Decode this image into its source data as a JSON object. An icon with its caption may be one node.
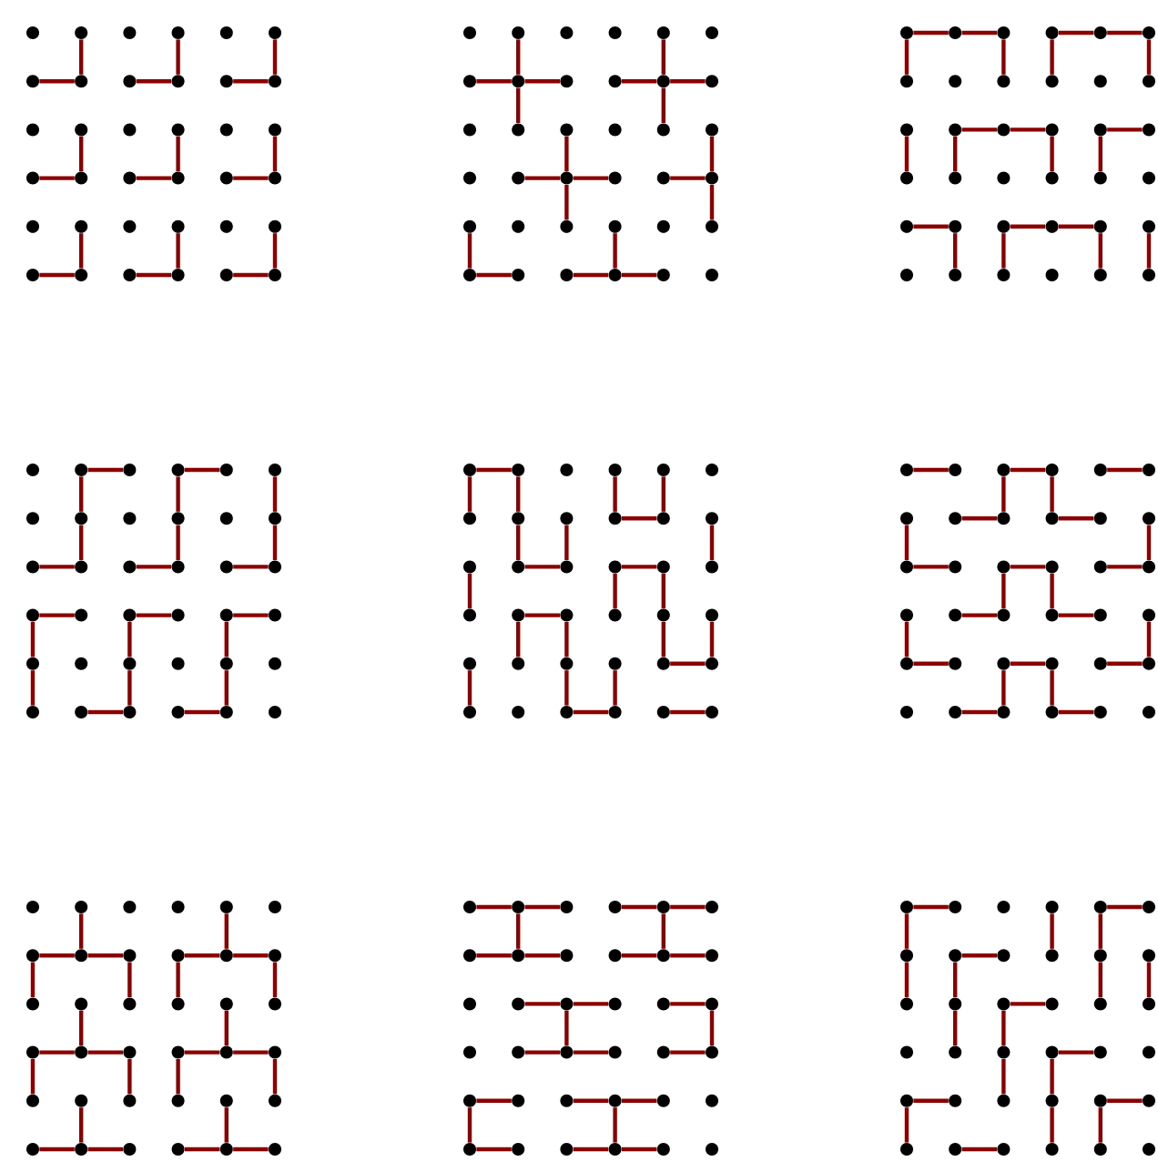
{
  "diagram": {
    "nodes": [
      {
        "text": [],
        "shape": "circle"
      },
      {
        "text": [],
        "shape": "circle"
      },
      {
        "text": [],
        "shape": "circle"
      },
      {
        "text": [],
        "shape": "circle"
      },
      {
        "text": [],
        "shape": "circle"
      },
      {
        "text": [],
        "shape": "circle"
      },
      {
        "text": [],
        "shape": "circle"
      },
      {
        "text": [],
        "shape": "circle"
      },
      {
        "text": [],
        "shape": "circle"
      },
      {
        "text": [],
        "shape": "circle"
      },
      {
        "text": [],
        "shape": "circle"
      },
      {
        "text": [],
        "shape": "circle"
      },
      {
        "text": [],
        "shape": "circle"
      },
      {
        "text": [],
        "shape": "circle"
      },
      {
        "text": [],
        "shape": "circle"
      },
      {
        "text": [],
        "shape": "circle"
      },
      {
        "text": [],
        "shape": "circle"
      },
      {
        "text": [],
        "shape": "circle"
      },
      {
        "text": [],
        "shape": "circle"
      },
      {
        "text": [],
        "shape": "circle"
      },
      {
        "text": [],
        "shape": "circle"
      },
      {
        "text": [],
        "shape": "circle"
      },
      {
        "text": [],
        "shape": "circle"
      },
      {
        "text": [],
        "shape": "circle"
      },
      {
        "text": [],
        "shape": "circle"
      },
      {
        "text": [],
        "shape": "circle"
      },
      {
        "text": [],
        "shape": "circle"
      },
      {
        "text": [],
        "shape": "circle"
      },
      {
        "text": [],
        "shape": "circle"
      },
      {
        "text": [],
        "shape": "circle"
      },
      {
        "text": [],
        "shape": "circle"
      },
      {
        "text": [],
        "shape": "circle"
      },
      {
        "text": [],
        "shape": "circle"
      },
      {
        "text": [],
        "shape": "circle"
      },
      {
        "text": [],
        "shape": "circle"
      },
      {
        "text": [],
        "shape": "circle"
      },
      {
        "text": [],
        "shape": "circle"
      },
      {
        "text": [],
        "shape": "circle"
      },
      {
        "text": [],
        "shape": "circle"
      },
      {
        "text": [],
        "shape": "circle"
      },
      {
        "text": [],
        "shape": "circle"
      },
      {
        "text": [],
        "shape": "circle"
      },
      {
        "text": [],
        "shape": "circle"
      },
      {
        "text": [],
        "shape": "circle"
      },
      {
        "text": [],
        "shape": "circle"
      },
      {
        "text": [],
        "shape": "circle"
      },
      {
        "text": [],
        "shape": "circle"
      },
      {
        "text": [],
        "shape": "circle"
      },
      {
        "text": [],
        "shape": "circle"
      },
      {
        "text": [],
        "shape": "circle"
      },
      {
        "text": [],
        "shape": "circle"
      },
      {
        "text": [],
        "shape": "circle"
      },
      {
        "text": [],
        "shape": "circle"
      },
      {
        "text": [],
        "shape": "circle"
      },
      {
        "text": [],
        "shape": "circle"
      },
      {
        "text": [],
        "shape": "circle"
      },
      {
        "text": [],
        "shape": "circle"
      },
      {
        "text": [],
        "shape": "circle"
      },
      {
        "text": [],
        "shape": "circle"
      },
      {
        "text": [],
        "shape": "circle"
      },
      {
        "text": [],
        "shape": "circle"
      },
      {
        "text": [],
        "shape": "circle"
      },
      {
        "text": [],
        "shape": "circle"
      },
      {
        "text": [],
        "shape": "circle"
      },
      {
        "text": [],
        "shape": "circle"
      },
      {
        "text": [],
        "shape": "circle"
      },
      {
        "text": [],
        "shape": "circle"
      },
      {
        "text": [],
        "shape": "circle"
      },
      {
        "text": [],
        "shape": "circle"
      },
      {
        "text": [],
        "shape": "circle"
      },
      {
        "text": [],
        "shape": "circle"
      },
      {
        "text": [],
        "shape": "circle"
      },
      {
        "text": [],
        "shape": "circle"
      },
      {
        "text": [],
        "shape": "circle"
      },
      {
        "text": [],
        "shape": "circle"
      },
      {
        "text": [],
        "shape": "circle"
      },
      {
        "text": [],
        "shape": "circle"
      },
      {
        "text": [],
        "shape": "circle"
      },
      {
        "text": [],
        "shape": "circle"
      },
      {
        "text": [],
        "shape": "circle"
      },
      {
        "text": [],
        "shape": "circle"
      },
      {
        "text": [],
        "shape": "circle"
      },
      {
        "text": [],
        "shape": "circle"
      },
      {
        "text": [],
        "shape": "circle"
      },
      {
        "text": [],
        "shape": "circle"
      },
      {
        "text": [],
        "shape": "circle"
      },
      {
        "text": [],
        "shape": "circle"
      },
      {
        "text": [],
        "shape": "circle"
      },
      {
        "text": [],
        "shape": "circle"
      },
      {
        "text": [],
        "shape": "circle"
      },
      {
        "text": [],
        "shape": "circle"
      },
      {
        "text": [],
        "shape": "circle"
      },
      {
        "text": [],
        "shape": "circle"
      },
      {
        "text": [],
        "shape": "circle"
      },
      {
        "text": [],
        "shape": "circle"
      },
      {
        "text": [],
        "shape": "circle"
      },
      {
        "text": [],
        "shape": "circle"
      },
      {
        "text": [],
        "shape": "circle"
      },
      {
        "text": [],
        "shape": "circle"
      },
      {
        "text": [],
        "shape": "circle"
      },
      {
        "text": [],
        "shape": "circle"
      },
      {
        "text": [],
        "shape": "circle"
      },
      {
        "text": [],
        "shape": "circle"
      },
      {
        "text": [],
        "shape": "circle"
      },
      {
        "text": [],
        "shape": "circle"
      },
      {
        "text": [],
        "shape": "circle"
      },
      {
        "text": [],
        "shape": "circle"
      },
      {
        "text": [],
        "shape": "circle"
      },
      {
        "text": [],
        "shape": "circle"
      },
      {
        "text": [],
        "shape": "circle"
      },
      {
        "text": [],
        "shape": "circle"
      },
      {
        "text": [],
        "shape": "circle"
      },
      {
        "text": [],
        "shape": "circle"
      },
      {
        "text": [],
        "shape": "circle"
      },
      {
        "text": [],
        "shape": "circle"
      },
      {
        "text": [],
        "shape": "circle"
      },
      {
        "text": [],
        "shape": "circle"
      },
      {
        "text": [],
        "shape": "circle"
      },
      {
        "text": [],
        "shape": "circle"
      },
      {
        "text": [],
        "shape": "circle"
      },
      {
        "text": [],
        "shape": "circle"
      },
      {
        "text": [],
        "shape": "circle"
      },
      {
        "text": [],
        "shape": "circle"
      },
      {
        "text": [],
        "shape": "circle"
      },
      {
        "text": [],
        "shape": "circle"
      },
      {
        "text": [],
        "shape": "circle"
      },
      {
        "text": [],
        "shape": "circle"
      },
      {
        "text": [],
        "shape": "circle"
      },
      {
        "text": [],
        "shape": "circle"
      },
      {
        "text": [],
        "shape": "circle"
      },
      {
        "text": [],
        "shape": "circle"
      },
      {
        "text": [],
        "shape": "circle"
      },
      {
        "text": [],
        "shape": "circle"
      },
      {
        "text": [],
        "shape": "circle"
      },
      {
        "text": [],
        "shape": "circle"
      },
      {
        "text": [],
        "shape": "circle"
      },
      {
        "text": [],
        "shape": "circle"
      },
      {
        "text": [],
        "shape": "circle"
      },
      {
        "text": [],
        "shape": "circle"
      },
      {
        "text": [],
        "shape": "circle"
      },
      {
        "text": [],
        "shape": "circle"
      },
      {
        "text": [],
        "shape": "circle"
      },
      {
        "text": [],
        "shape": "circle"
      },
      {
        "text": [],
        "shape": "circle"
      },
      {
        "text": [],
        "shape": "circle"
      },
      {
        "text": [],
        "shape": "circle"
      },
      {
        "text": [],
        "shape": "circle"
      },
      {
        "text": [],
        "shape": "circle"
      },
      {
        "text": [],
        "shape": "circle"
      },
      {
        "text": [],
        "shape": "circle"
      },
      {
        "text": [],
        "shape": "circle"
      },
      {
        "text": [],
        "shape": "circle"
      },
      {
        "text": [],
        "shape": "circle"
      },
      {
        "text": [],
        "shape": "circle"
      },
      {
        "text": [],
        "shape": "circle"
      },
      {
        "text": [],
        "shape": "circle"
      },
      {
        "text": [],
        "shape": "circle"
      },
      {
        "text": [],
        "shape": "circle"
      },
      {
        "text": [],
        "shape": "circle"
      },
      {
        "text": [],
        "shape": "circle"
      },
      {
        "text": [],
        "shape": "circle"
      },
      {
        "text": [],
        "shape": "circle"
      },
      {
        "text": [],
        "shape": "circle"
      },
      {
        "text": [],
        "shape": "circle"
      },
      {
        "text": [],
        "shape": "circle"
      },
      {
        "text": [],
        "shape": "circle"
      },
      {
        "text": [],
        "shape": "circle"
      },
      {
        "text": [],
        "shape": "circle"
      },
      {
        "text": [],
        "shape": "circle"
      },
      {
        "text": [],
        "shape": "circle"
      },
      {
        "text": [],
        "shape": "circle"
      },
      {
        "text": [],
        "shape": "circle"
      },
      {
        "text": [],
        "shape": "circle"
      },
      {
        "text": [],
        "shape": "circle"
      },
      {
        "text": [],
        "shape": "circle"
      },
      {
        "text": [],
        "shape": "circle"
      },
      {
        "text": [],
        "shape": "circle"
      },
      {
        "text": [],
        "shape": "circle"
      },
      {
        "text": [],
        "shape": "circle"
      },
      {
        "text": [],
        "shape": "circle"
      },
      {
        "text": [],
        "shape": "circle"
      },
      {
        "text": [],
        "shape": "circle"
      },
      {
        "text": [],
        "shape": "circle"
      },
      {
        "text": [],
        "shape": "circle"
      },
      {
        "text": [],
        "shape": "circle"
      },
      {
        "text": [],
        "shape": "circle"
      },
      {
        "text": [],
        "shape": "circle"
      },
      {
        "text": [],
        "shape": "circle"
      },
      {
        "text": [],
        "shape": "circle"
      },
      {
        "text": [],
        "shape": "circle"
      },
      {
        "text": [],
        "shape": "circle"
      },
      {
        "text": [],
        "shape": "circle"
      },
      {
        "text": [],
        "shape": "circle"
      },
      {
        "text": [],
        "shape": "circle"
      },
      {
        "text": [],
        "shape": "circle"
      },
      {
        "text": [],
        "shape": "circle"
      },
      {
        "text": [],
        "shape": "circle"
      },
      {
        "text": [],
        "shape": "circle"
      },
      {
        "text": [],
        "shape": "circle"
      },
      {
        "text": [],
        "shape": "circle"
      },
      {
        "text": [],
        "shape": "circle"
      },
      {
        "text": [],
        "shape": "circle"
      },
      {
        "text": [],
        "shape": "circle"
      },
      {
        "text": [],
        "shape": "circle"
      },
      {
        "text": [],
        "shape": "circle"
      },
      {
        "text": [],
        "shape": "circle"
      },
      {
        "text": [],
        "shape": "circle"
      },
      {
        "text": [],
        "shape": "circle"
      },
      {
        "text": [],
        "shape": "circle"
      },
      {
        "text": [],
        "shape": "circle"
      },
      {
        "text": [],
        "shape": "circle"
      },
      {
        "text": [],
        "shape": "circle"
      },
      {
        "text": [],
        "shape": "circle"
      },
      {
        "text": [],
        "shape": "circle"
      },
      {
        "text": [],
        "shape": "circle"
      },
      {
        "text": [],
        "shape": "circle"
      },
      {
        "text": [],
        "shape": "circle"
      },
      {
        "text": [],
        "shape": "circle"
      },
      {
        "text": [],
        "shape": "circle"
      },
      {
        "text": [],
        "shape": "circle"
      },
      {
        "text": [],
        "shape": "circle"
      },
      {
        "text": [],
        "shape": "circle"
      },
      {
        "text": [],
        "shape": "circle"
      },
      {
        "text": [],
        "shape": "circle"
      },
      {
        "text": [],
        "shape": "circle"
      },
      {
        "text": [],
        "shape": "circle"
      },
      {
        "text": [],
        "shape": "circle"
      },
      {
        "text": [],
        "shape": "circle"
      },
      {
        "text": [],
        "shape": "circle"
      },
      {
        "text": [],
        "shape": "circle"
      },
      {
        "text": [],
        "shape": "circle"
      },
      {
        "text": [],
        "shape": "circle"
      },
      {
        "text": [],
        "shape": "circle"
      },
      {
        "text": [],
        "shape": "circle"
      },
      {
        "text": [],
        "shape": "circle"
      },
      {
        "text": [],
        "shape": "circle"
      },
      {
        "text": [],
        "shape": "circle"
      },
      {
        "text": [],
        "shape": "circle"
      },
      {
        "text": [],
        "shape": "circle"
      },
      {
        "text": [],
        "shape": "circle"
      },
      {
        "text": [],
        "shape": "circle"
      },
      {
        "text": [],
        "shape": "circle"
      },
      {
        "text": [],
        "shape": "circle"
      },
      {
        "text": [],
        "shape": "circle"
      },
      {
        "text": [],
        "shape": "circle"
      },
      {
        "text": [],
        "shape": "circle"
      },
      {
        "text": [],
        "shape": "circle"
      },
      {
        "text": [],
        "shape": "circle"
      },
      {
        "text": [],
        "shape": "circle"
      },
      {
        "text": [],
        "shape": "circle"
      },
      {
        "text": [],
        "shape": "circle"
      },
      {
        "text": [],
        "shape": "circle"
      },
      {
        "text": [],
        "shape": "circle"
      },
      {
        "text": [],
        "shape": "circle"
      },
      {
        "text": [],
        "shape": "circle"
      },
      {
        "text": [],
        "shape": "circle"
      },
      {
        "text": [],
        "shape": "circle"
      },
      {
        "text": [],
        "shape": "circle"
      },
      {
        "text": [],
        "shape": "circle"
      },
      {
        "text": [],
        "shape": "circle"
      },
      {
        "text": [],
        "shape": "circle"
      },
      {
        "text": [],
        "shape": "circle"
      },
      {
        "text": [],
        "shape": "circle"
      },
      {
        "text": [],
        "shape": "circle"
      },
      {
        "text": [],
        "shape": "circle"
      },
      {
        "text": [],
        "shape": "circle"
      },
      {
        "text": [],
        "shape": "circle"
      },
      {
        "text": [],
        "shape": "circle"
      },
      {
        "text": [],
        "shape": "circle"
      },
      {
        "text": [],
        "shape": "circle"
      },
      {
        "text": [],
        "shape": "circle"
      },
      {
        "text": [],
        "shape": "circle"
      },
      {
        "text": [],
        "shape": "circle"
      },
      {
        "text": [],
        "shape": "circle"
      },
      {
        "text": [],
        "shape": "circle"
      },
      {
        "text": [],
        "shape": "circle"
      },
      {
        "text": [],
        "shape": "circle"
      },
      {
        "text": [],
        "shape": "circle"
      },
      {
        "text": [],
        "shape": "circle"
      },
      {
        "text": [],
        "shape": "circle"
      },
      {
        "text": [],
        "shape": "circle"
      },
      {
        "text": [],
        "shape": "circle"
      },
      {
        "text": [],
        "shape": "circle"
      },
      {
        "text": [],
        "shape": "circle"
      },
      {
        "text": [],
        "shape": "circle"
      },
      {
        "text": [],
        "shape": "circle"
      },
      {
        "text": [],
        "shape": "circle"
      },
      {
        "text": [],
        "shape": "circle"
      },
      {
        "text": [],
        "shape": "circle"
      },
      {
        "text": [],
        "shape": "circle"
      },
      {
        "text": [],
        "shape": "circle"
      },
      {
        "text": [],
        "shape": "circle"
      },
      {
        "text": [],
        "shape": "circle"
      },
      {
        "text": [],
        "shape": "circle"
      },
      {
        "text": [],
        "shape": "circle"
      },
      {
        "text": [],
        "shape": "circle"
      },
      {
        "text": [],
        "shape": "circle"
      },
      {
        "text": [],
        "shape": "circle"
      },
      {
        "text": [],
        "shape": "circle"
      },
      {
        "text": [],
        "shape": "circle"
      },
      {
        "text": [],
        "shape": "circle"
      },
      {
        "text": [],
        "shape": "circle"
      },
      {
        "text": [],
        "shape": "circle"
      },
      {
        "text": [],
        "shape": "circle"
      },
      {
        "text": [],
        "shape": "circle"
      },
      {
        "text": [],
        "shape": "circle"
      },
      {
        "text": [],
        "shape": "circle"
      },
      {
        "text": [],
        "shape": "circle"
      },
      {
        "text": [],
        "shape": "circle"
      },
      {
        "text": [],
        "shape": "circle"
      },
      {
        "text": [],
        "shape": "circle"
      },
      {
        "text": [],
        "shape": "circle"
      },
      {
        "text": [],
        "shape": "circle"
      },
      {
        "text": [],
        "shape": "circle"
      },
      {
        "text": [],
        "shape": "circle"
      },
      {
        "text": [],
        "shape": "circle"
      },
      {
        "text": [],
        "shape": "circle"
      },
      {
        "text": [],
        "shape": "circle"
      },
      {
        "text": [],
        "shape": "circle"
      },
      {
        "text": [],
        "shape": "circle"
      },
      {
        "text": [],
        "shape": "circle"
      },
      {
        "text": [],
        "shape": "circle"
      },
      {
        "text": [],
        "shape": "circle"
      },
      {
        "text": [],
        "shape": "circle"
      }
    ],
    "edges": [
      {
        "from": 1,
        "to": 7,
        "arrow": "none"
      },
      {
        "from": 6,
        "to": 7,
        "arrow": "none"
      },
      {
        "from": 3,
        "to": 9,
        "arrow": "none"
      },
      {
        "from": 8,
        "to": 9,
        "arrow": "none"
      },
      {
        "from": 5,
        "to": 11,
        "arrow": "none"
      },
      {
        "from": 10,
        "to": 11,
        "arrow": "none"
      },
      {
        "from": 13,
        "to": 19,
        "arrow": "none"
      },
      {
        "from": 18,
        "to": 19,
        "arrow": "none"
      },
      {
        "from": 15,
        "to": 21,
        "arrow": "none"
      },
      {
        "from": 20,
        "to": 21,
        "arrow": "none"
      },
      {
        "from": 17,
        "to": 23,
        "arrow": "none"
      },
      {
        "from": 22,
        "to": 23,
        "arrow": "none"
      },
      {
        "from": 25,
        "to": 31,
        "arrow": "none"
      },
      {
        "from": 30,
        "to": 31,
        "arrow": "none"
      },
      {
        "from": 27,
        "to": 33,
        "arrow": "none"
      },
      {
        "from": 32,
        "to": 33,
        "arrow": "none"
      },
      {
        "from": 29,
        "to": 35,
        "arrow": "none"
      },
      {
        "from": 34,
        "to": 35,
        "arrow": "none"
      },
      {
        "from": 42,
        "to": 43,
        "arrow": "none"
      },
      {
        "from": 43,
        "to": 44,
        "arrow": "none"
      },
      {
        "from": 37,
        "to": 43,
        "arrow": "none"
      },
      {
        "from": 43,
        "to": 49,
        "arrow": "none"
      },
      {
        "from": 45,
        "to": 46,
        "arrow": "none"
      },
      {
        "from": 46,
        "to": 47,
        "arrow": "none"
      },
      {
        "from": 40,
        "to": 46,
        "arrow": "none"
      },
      {
        "from": 46,
        "to": 52,
        "arrow": "none"
      },
      {
        "from": 55,
        "to": 56,
        "arrow": "none"
      },
      {
        "from": 56,
        "to": 57,
        "arrow": "none"
      },
      {
        "from": 50,
        "to": 56,
        "arrow": "none"
      },
      {
        "from": 56,
        "to": 62,
        "arrow": "none"
      },
      {
        "from": 58,
        "to": 59,
        "arrow": "none"
      },
      {
        "from": 53,
        "to": 59,
        "arrow": "none"
      },
      {
        "from": 59,
        "to": 65,
        "arrow": "none"
      },
      {
        "from": 60,
        "to": 66,
        "arrow": "none"
      },
      {
        "from": 66,
        "to": 67,
        "arrow": "none"
      },
      {
        "from": 68,
        "to": 69,
        "arrow": "none"
      },
      {
        "from": 69,
        "to": 70,
        "arrow": "none"
      },
      {
        "from": 63,
        "to": 69,
        "arrow": "none"
      },
      {
        "from": 72,
        "to": 73,
        "arrow": "none"
      },
      {
        "from": 73,
        "to": 74,
        "arrow": "none"
      },
      {
        "from": 72,
        "to": 78,
        "arrow": "none"
      },
      {
        "from": 74,
        "to": 80,
        "arrow": "none"
      },
      {
        "from": 75,
        "to": 76,
        "arrow": "none"
      },
      {
        "from": 76,
        "to": 77,
        "arrow": "none"
      },
      {
        "from": 75,
        "to": 81,
        "arrow": "none"
      },
      {
        "from": 77,
        "to": 83,
        "arrow": "none"
      },
      {
        "from": 84,
        "to": 90,
        "arrow": "none"
      },
      {
        "from": 85,
        "to": 86,
        "arrow": "none"
      },
      {
        "from": 86,
        "to": 87,
        "arrow": "none"
      },
      {
        "from": 85,
        "to": 91,
        "arrow": "none"
      },
      {
        "from": 87,
        "to": 93,
        "arrow": "none"
      },
      {
        "from": 88,
        "to": 89,
        "arrow": "none"
      },
      {
        "from": 88,
        "to": 94,
        "arrow": "none"
      },
      {
        "from": 96,
        "to": 97,
        "arrow": "none"
      },
      {
        "from": 97,
        "to": 103,
        "arrow": "none"
      },
      {
        "from": 98,
        "to": 99,
        "arrow": "none"
      },
      {
        "from": 99,
        "to": 100,
        "arrow": "none"
      },
      {
        "from": 98,
        "to": 104,
        "arrow": "none"
      },
      {
        "from": 100,
        "to": 106,
        "arrow": "none"
      },
      {
        "from": 101,
        "to": 107,
        "arrow": "none"
      },
      {
        "from": 109,
        "to": 110,
        "arrow": "none"
      },
      {
        "from": 109,
        "to": 115,
        "arrow": "none"
      },
      {
        "from": 115,
        "to": 121,
        "arrow": "none"
      },
      {
        "from": 120,
        "to": 121,
        "arrow": "none"
      },
      {
        "from": 111,
        "to": 112,
        "arrow": "none"
      },
      {
        "from": 111,
        "to": 117,
        "arrow": "none"
      },
      {
        "from": 117,
        "to": 123,
        "arrow": "none"
      },
      {
        "from": 122,
        "to": 123,
        "arrow": "none"
      },
      {
        "from": 113,
        "to": 119,
        "arrow": "none"
      },
      {
        "from": 119,
        "to": 125,
        "arrow": "none"
      },
      {
        "from": 124,
        "to": 125,
        "arrow": "none"
      },
      {
        "from": 126,
        "to": 127,
        "arrow": "none"
      },
      {
        "from": 126,
        "to": 132,
        "arrow": "none"
      },
      {
        "from": 132,
        "to": 138,
        "arrow": "none"
      },
      {
        "from": 128,
        "to": 129,
        "arrow": "none"
      },
      {
        "from": 128,
        "to": 134,
        "arrow": "none"
      },
      {
        "from": 134,
        "to": 140,
        "arrow": "none"
      },
      {
        "from": 139,
        "to": 140,
        "arrow": "none"
      },
      {
        "from": 130,
        "to": 131,
        "arrow": "none"
      },
      {
        "from": 130,
        "to": 136,
        "arrow": "none"
      },
      {
        "from": 136,
        "to": 142,
        "arrow": "none"
      },
      {
        "from": 141,
        "to": 142,
        "arrow": "none"
      },
      {
        "from": 144,
        "to": 145,
        "arrow": "none"
      },
      {
        "from": 144,
        "to": 150,
        "arrow": "none"
      },
      {
        "from": 145,
        "to": 151,
        "arrow": "none"
      },
      {
        "from": 151,
        "to": 157,
        "arrow": "none"
      },
      {
        "from": 157,
        "to": 158,
        "arrow": "none"
      },
      {
        "from": 152,
        "to": 158,
        "arrow": "none"
      },
      {
        "from": 147,
        "to": 153,
        "arrow": "none"
      },
      {
        "from": 153,
        "to": 154,
        "arrow": "none"
      },
      {
        "from": 148,
        "to": 154,
        "arrow": "none"
      },
      {
        "from": 155,
        "to": 161,
        "arrow": "none"
      },
      {
        "from": 156,
        "to": 162,
        "arrow": "none"
      },
      {
        "from": 159,
        "to": 160,
        "arrow": "none"
      },
      {
        "from": 159,
        "to": 165,
        "arrow": "none"
      },
      {
        "from": 160,
        "to": 166,
        "arrow": "none"
      },
      {
        "from": 166,
        "to": 172,
        "arrow": "none"
      },
      {
        "from": 172,
        "to": 173,
        "arrow": "none"
      },
      {
        "from": 167,
        "to": 173,
        "arrow": "none"
      },
      {
        "from": 163,
        "to": 164,
        "arrow": "none"
      },
      {
        "from": 163,
        "to": 169,
        "arrow": "none"
      },
      {
        "from": 164,
        "to": 170,
        "arrow": "none"
      },
      {
        "from": 170,
        "to": 176,
        "arrow": "none"
      },
      {
        "from": 176,
        "to": 177,
        "arrow": "none"
      },
      {
        "from": 171,
        "to": 177,
        "arrow": "none"
      },
      {
        "from": 168,
        "to": 174,
        "arrow": "none"
      },
      {
        "from": 178,
        "to": 179,
        "arrow": "none"
      },
      {
        "from": 180,
        "to": 181,
        "arrow": "none"
      },
      {
        "from": 182,
        "to": 183,
        "arrow": "none"
      },
      {
        "from": 182,
        "to": 188,
        "arrow": "none"
      },
      {
        "from": 187,
        "to": 188,
        "arrow": "none"
      },
      {
        "from": 183,
        "to": 189,
        "arrow": "none"
      },
      {
        "from": 189,
        "to": 190,
        "arrow": "none"
      },
      {
        "from": 184,
        "to": 185,
        "arrow": "none"
      },
      {
        "from": 191,
        "to": 197,
        "arrow": "none"
      },
      {
        "from": 196,
        "to": 197,
        "arrow": "none"
      },
      {
        "from": 186,
        "to": 192,
        "arrow": "none"
      },
      {
        "from": 192,
        "to": 193,
        "arrow": "none"
      },
      {
        "from": 194,
        "to": 195,
        "arrow": "none"
      },
      {
        "from": 194,
        "to": 200,
        "arrow": "none"
      },
      {
        "from": 199,
        "to": 200,
        "arrow": "none"
      },
      {
        "from": 195,
        "to": 201,
        "arrow": "none"
      },
      {
        "from": 201,
        "to": 202,
        "arrow": "none"
      },
      {
        "from": 198,
        "to": 204,
        "arrow": "none"
      },
      {
        "from": 204,
        "to": 205,
        "arrow": "none"
      },
      {
        "from": 203,
        "to": 209,
        "arrow": "none"
      },
      {
        "from": 208,
        "to": 209,
        "arrow": "none"
      },
      {
        "from": 206,
        "to": 207,
        "arrow": "none"
      },
      {
        "from": 206,
        "to": 212,
        "arrow": "none"
      },
      {
        "from": 211,
        "to": 212,
        "arrow": "none"
      },
      {
        "from": 207,
        "to": 213,
        "arrow": "none"
      },
      {
        "from": 213,
        "to": 214,
        "arrow": "none"
      },
      {
        "from": 217,
        "to": 223,
        "arrow": "none"
      },
      {
        "from": 222,
        "to": 223,
        "arrow": "none"
      },
      {
        "from": 223,
        "to": 224,
        "arrow": "none"
      },
      {
        "from": 222,
        "to": 228,
        "arrow": "none"
      },
      {
        "from": 224,
        "to": 230,
        "arrow": "none"
      },
      {
        "from": 220,
        "to": 226,
        "arrow": "none"
      },
      {
        "from": 225,
        "to": 226,
        "arrow": "none"
      },
      {
        "from": 226,
        "to": 227,
        "arrow": "none"
      },
      {
        "from": 225,
        "to": 231,
        "arrow": "none"
      },
      {
        "from": 227,
        "to": 233,
        "arrow": "none"
      },
      {
        "from": 229,
        "to": 235,
        "arrow": "none"
      },
      {
        "from": 234,
        "to": 235,
        "arrow": "none"
      },
      {
        "from": 235,
        "to": 236,
        "arrow": "none"
      },
      {
        "from": 234,
        "to": 240,
        "arrow": "none"
      },
      {
        "from": 236,
        "to": 242,
        "arrow": "none"
      },
      {
        "from": 232,
        "to": 238,
        "arrow": "none"
      },
      {
        "from": 237,
        "to": 238,
        "arrow": "none"
      },
      {
        "from": 238,
        "to": 239,
        "arrow": "none"
      },
      {
        "from": 237,
        "to": 243,
        "arrow": "none"
      },
      {
        "from": 239,
        "to": 245,
        "arrow": "none"
      },
      {
        "from": 241,
        "to": 247,
        "arrow": "none"
      },
      {
        "from": 246,
        "to": 247,
        "arrow": "none"
      },
      {
        "from": 247,
        "to": 248,
        "arrow": "none"
      },
      {
        "from": 244,
        "to": 250,
        "arrow": "none"
      },
      {
        "from": 249,
        "to": 250,
        "arrow": "none"
      },
      {
        "from": 250,
        "to": 251,
        "arrow": "none"
      },
      {
        "from": 252,
        "to": 253,
        "arrow": "none"
      },
      {
        "from": 253,
        "to": 254,
        "arrow": "none"
      },
      {
        "from": 253,
        "to": 259,
        "arrow": "none"
      },
      {
        "from": 258,
        "to": 259,
        "arrow": "none"
      },
      {
        "from": 259,
        "to": 260,
        "arrow": "none"
      },
      {
        "from": 255,
        "to": 256,
        "arrow": "none"
      },
      {
        "from": 256,
        "to": 257,
        "arrow": "none"
      },
      {
        "from": 256,
        "to": 262,
        "arrow": "none"
      },
      {
        "from": 261,
        "to": 262,
        "arrow": "none"
      },
      {
        "from": 262,
        "to": 263,
        "arrow": "none"
      },
      {
        "from": 265,
        "to": 266,
        "arrow": "none"
      },
      {
        "from": 266,
        "to": 267,
        "arrow": "none"
      },
      {
        "from": 266,
        "to": 272,
        "arrow": "none"
      },
      {
        "from": 271,
        "to": 272,
        "arrow": "none"
      },
      {
        "from": 272,
        "to": 273,
        "arrow": "none"
      },
      {
        "from": 268,
        "to": 269,
        "arrow": "none"
      },
      {
        "from": 269,
        "to": 275,
        "arrow": "none"
      },
      {
        "from": 274,
        "to": 275,
        "arrow": "none"
      },
      {
        "from": 276,
        "to": 277,
        "arrow": "none"
      },
      {
        "from": 276,
        "to": 282,
        "arrow": "none"
      },
      {
        "from": 282,
        "to": 283,
        "arrow": "none"
      },
      {
        "from": 278,
        "to": 279,
        "arrow": "none"
      },
      {
        "from": 279,
        "to": 280,
        "arrow": "none"
      },
      {
        "from": 279,
        "to": 285,
        "arrow": "none"
      },
      {
        "from": 284,
        "to": 285,
        "arrow": "none"
      },
      {
        "from": 285,
        "to": 286,
        "arrow": "none"
      },
      {
        "from": 288,
        "to": 289,
        "arrow": "none"
      },
      {
        "from": 288,
        "to": 294,
        "arrow": "none"
      },
      {
        "from": 294,
        "to": 300,
        "arrow": "none"
      },
      {
        "from": 291,
        "to": 297,
        "arrow": "none"
      },
      {
        "from": 292,
        "to": 293,
        "arrow": "none"
      },
      {
        "from": 292,
        "to": 298,
        "arrow": "none"
      },
      {
        "from": 298,
        "to": 304,
        "arrow": "none"
      },
      {
        "from": 299,
        "to": 305,
        "arrow": "none"
      },
      {
        "from": 295,
        "to": 296,
        "arrow": "none"
      },
      {
        "from": 295,
        "to": 301,
        "arrow": "none"
      },
      {
        "from": 301,
        "to": 307,
        "arrow": "none"
      },
      {
        "from": 302,
        "to": 303,
        "arrow": "none"
      },
      {
        "from": 302,
        "to": 308,
        "arrow": "none"
      },
      {
        "from": 308,
        "to": 314,
        "arrow": "none"
      },
      {
        "from": 309,
        "to": 310,
        "arrow": "none"
      },
      {
        "from": 309,
        "to": 315,
        "arrow": "none"
      },
      {
        "from": 315,
        "to": 321,
        "arrow": "none"
      },
      {
        "from": 312,
        "to": 313,
        "arrow": "none"
      },
      {
        "from": 312,
        "to": 318,
        "arrow": "none"
      },
      {
        "from": 319,
        "to": 320,
        "arrow": "none"
      },
      {
        "from": 316,
        "to": 317,
        "arrow": "none"
      },
      {
        "from": 316,
        "to": 322,
        "arrow": "none"
      }
    ]
  }
}
